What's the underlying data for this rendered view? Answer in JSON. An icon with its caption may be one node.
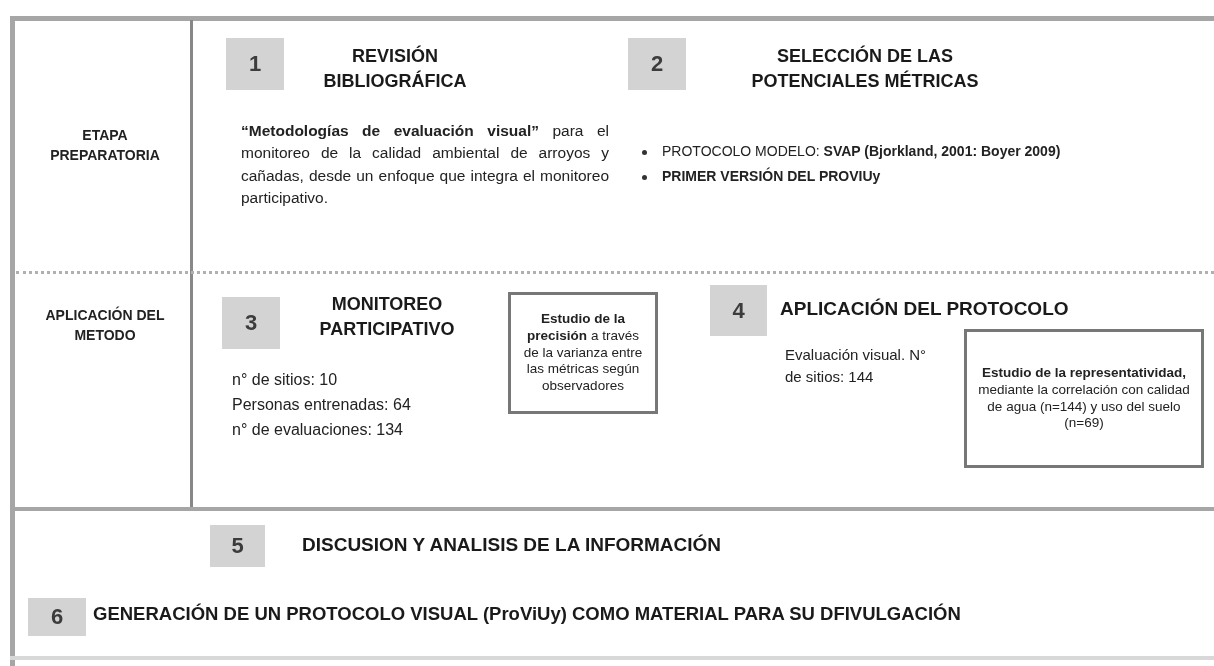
{
  "diagram": {
    "nodes": [
      {
        "text": [
          "1"
        ],
        "beside": [
          "REVISIÓN BIBLIOGRÁFICA"
        ]
      },
      {
        "text": [
          "2"
        ],
        "beside": [
          "SELECCIÓN DE LAS POTENCIALES MÉTRICAS"
        ]
      },
      {
        "text": [
          "3"
        ],
        "beside": [
          "MONITOREO PARTICIPATIVO"
        ]
      },
      {
        "text": [
          "**Estudio de la precisión** a través de la varianza entre las métricas según observadores"
        ]
      },
      {
        "text": [
          "4"
        ],
        "beside": [
          "APLICACIÓN DEL PROTOCOLO"
        ]
      },
      {
        "text": [
          "**Estudio de la representatividad,** mediante la correlación con calidad de agua (n=144) y uso del suelo (n=69)"
        ]
      },
      {
        "text": [
          "5"
        ],
        "beside": [
          "DISCUSION Y ANALISIS DE LA INFORMACIÓN"
        ]
      },
      {
        "text": [
          "6"
        ],
        "beside": [
          "GENERACIÓN DE UN PROTOCOLO VISUAL (ProViUy) COMO MATERIAL PARA SU DFIVULGACIÓN"
        ]
      }
    ],
    "labels": [
      "ETAPA PREPARATORIA",
      "**“Metodologías de evaluación visual”** para el monitoreo de la calidad ambiental de arroyos y cañadas, desde un enfoque que integra el monitoreo participativo.",
      "PROTOCOLO MODELO: **SVAP (Bjorkland, 2001: Boyer 2009)**",
      "PRIMER VERSIÓN DEL PROVIUy",
      "APLICACIÓN DEL METODO",
      "n° de sitios: 10",
      "Personas entrenadas: 64",
      "n° de evaluaciones: 134",
      "Evaluación visual. N° de sitios: 144"
    ]
  }
}
